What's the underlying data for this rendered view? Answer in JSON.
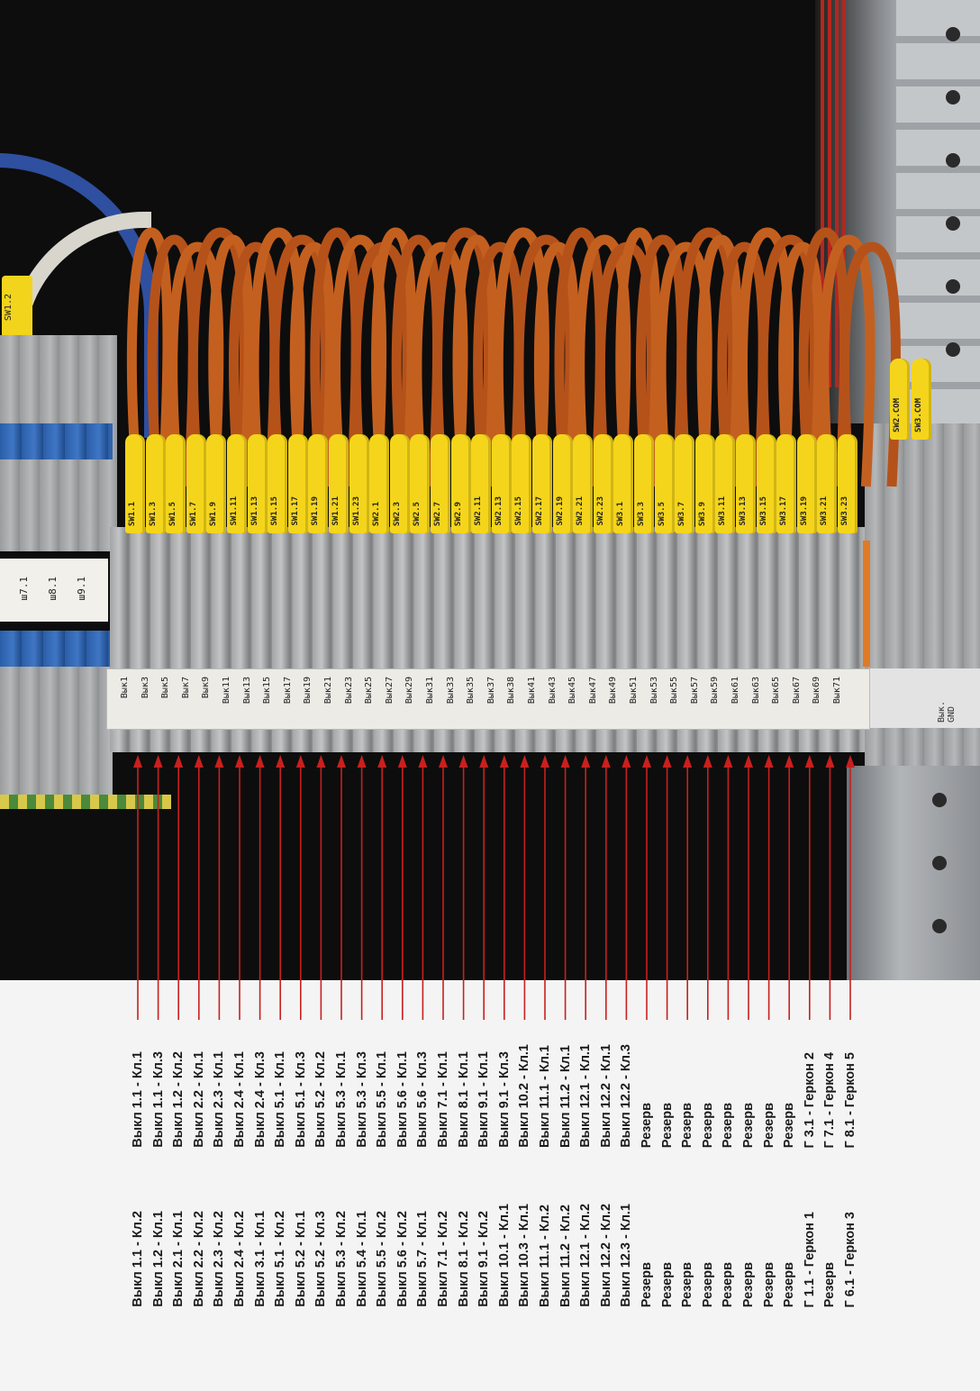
{
  "top_sleeves": [
    "SW1.1",
    "SW1.3",
    "SW1.5",
    "SW1.7",
    "SW1.9",
    "SW1.11",
    "SW1.13",
    "SW1.15",
    "SW1.17",
    "SW1.19",
    "SW1.21",
    "SW1.23",
    "SW2.1",
    "SW2.3",
    "SW2.5",
    "SW2.7",
    "SW2.9",
    "SW2.11",
    "SW2.13",
    "SW2.15",
    "SW2.17",
    "SW2.19",
    "SW2.21",
    "SW2.23",
    "SW3.1",
    "SW3.3",
    "SW3.5",
    "SW3.7",
    "SW3.9",
    "SW3.11",
    "SW3.13",
    "SW3.15",
    "SW3.17",
    "SW3.19",
    "SW3.21",
    "SW3.23"
  ],
  "right_sleeves": [
    "SW2.COM",
    "SW3.COM"
  ],
  "left_sleeve": "SW1.2",
  "left_markers": [
    "ш7.1",
    "ш8.1",
    "ш9.1"
  ],
  "terminal_markers": [
    "Вык1",
    "Вык3",
    "Вык5",
    "Вык7",
    "Вык9",
    "Вык11",
    "Вык13",
    "Вык15",
    "Вык17",
    "Вык19",
    "Вык21",
    "Вык23",
    "Вык25",
    "Вык27",
    "Вык29",
    "Вык31",
    "Вык33",
    "Вык35",
    "Вык37",
    "Вык38",
    "Вык41",
    "Вык43",
    "Вык45",
    "Вык47",
    "Вык49",
    "Вык51",
    "Вык53",
    "Вык55",
    "Вык57",
    "Вык59",
    "Вык61",
    "Вык63",
    "Вык65",
    "Вык67",
    "Вык69",
    "Вык71"
  ],
  "gnd_marker": "Вык. GND",
  "arrow_color": "#c8201e",
  "labels_row1": [
    "Выкл 1.1 - Кл.1",
    "Выкл 1.1 - Кл.3",
    "Выкл 1.2 - Кл.2",
    "Выкл 2.2 - Кл.1",
    "Выкл 2.3 - Кл.1",
    "Выкл 2.4 - Кл.1",
    "Выкл 2.4 - Кл.3",
    "Выкл 5.1 - Кл.1",
    "Выкл 5.1 - Кл.3",
    "Выкл 5.2 - Кл.2",
    "Выкл 5.3 - Кл.1",
    "Выкл 5.3 - Кл.3",
    "Выкл 5.5 - Кл.1",
    "Выкл 5.6 - Кл.1",
    "Выкл 5.6 - Кл.3",
    "Выкл 7.1 - Кл.1",
    "Выкл 8.1 - Кл.1",
    "Выкл 9.1 - Кл.1",
    "Выкл 9.1 - Кл.3",
    "Выкл 10.2 - Кл.1",
    "Выкл 11.1 - Кл.1",
    "Выкл 11.2 - Кл.1",
    "Выкл 12.1 - Кл.1",
    "Выкл 12.2 - Кл.1",
    "Выкл 12.2 - Кл.3",
    "Резерв",
    "Резерв",
    "Резерв",
    "Резерв",
    "Резерв",
    "Резерв",
    "Резерв",
    "Резерв",
    "Г 3.1 - Геркон 2",
    "Г 7.1 - Геркон 4",
    "Г 8.1 - Геркон 5"
  ],
  "labels_row2": [
    "Выкл 1.1 - Кл.2",
    "Выкл 1.2 - Кл.1",
    "Выкл 2.1 - Кл.1",
    "Выкл 2.2 - Кл.2",
    "Выкл 2.3 - Кл.2",
    "Выкл 2.4 - Кл.2",
    "Выкл 3.1 - Кл.1",
    "Выкл 5.1 - Кл.2",
    "Выкл 5.2 - Кл.1",
    "Выкл 5.2 - Кл.3",
    "Выкл 5.3 - Кл.2",
    "Выкл 5.4 - Кл.1",
    "Выкл 5.5 - Кл.2",
    "Выкл 5.6 - Кл.2",
    "Выкл 5.7 - Кл.1",
    "Выкл 7.1 - Кл.2",
    "Выкл 8.1 - Кл.2",
    "Выкл 9.1 - Кл.2",
    "Выкл 10.1 - Кл.1",
    "Выкл 10.3 - Кл.1",
    "Выкл 11.1 - Кл.2",
    "Выкл 11.2 - Кл.2",
    "Выкл 12.1 - Кл.2",
    "Выкл 12.2 - Кл.2",
    "Выкл 12.3 - Кл.1",
    "Резерв",
    "Резерв",
    "Резерв",
    "Резерв",
    "Резерв",
    "Резерв",
    "Резерв",
    "Резерв",
    "Г 1.1 - Геркон 1",
    "Резерв",
    "Г 6.1 - Геркон 3"
  ]
}
